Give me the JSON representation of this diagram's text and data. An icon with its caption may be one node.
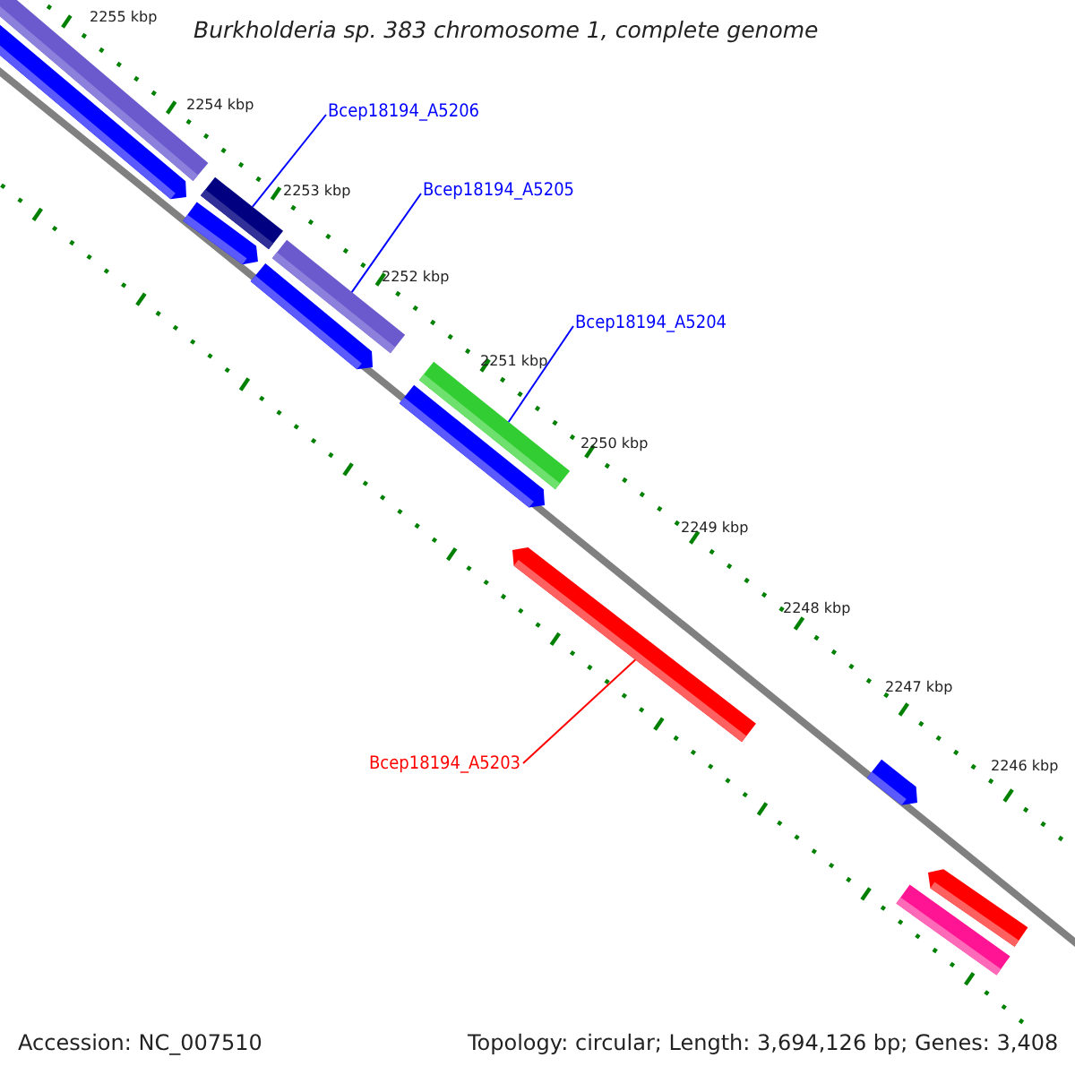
{
  "diagram": {
    "title": "Burkholderia sp. 383 chromosome 1, complete genome",
    "nodes": [
      {
        "text": [],
        "shape": "bar"
      },
      {
        "text": [],
        "shape": "bar"
      },
      {
        "text": [],
        "shape": "bar"
      },
      {
        "text": [],
        "shape": "bar"
      },
      {
        "text": [],
        "shape": "bar"
      },
      {
        "text": [],
        "shape": "bar"
      },
      {
        "text": [],
        "shape": "bar"
      },
      {
        "text": [],
        "shape": "bar"
      },
      {
        "text": [],
        "shape": "bar"
      },
      {
        "text": [],
        "shape": "bar"
      },
      {
        "text": [],
        "shape": "bar"
      },
      {
        "text": [],
        "shape": "bar"
      },
      {
        "text": [
          "Bcep18194_A5206"
        ]
      },
      {
        "text": [
          "Bcep18194_A5205"
        ]
      },
      {
        "text": [
          "Bcep18194_A5204"
        ]
      },
      {
        "text": [
          "Bcep18194_A5203"
        ]
      }
    ],
    "edges": [
      {
        "from": 12,
        "to": 2,
        "arrow": "none"
      },
      {
        "from": 13,
        "to": 4,
        "arrow": "none"
      },
      {
        "from": 14,
        "to": 6,
        "arrow": "none"
      },
      {
        "from": 15,
        "to": 8,
        "arrow": "none",
        "color": "#ff0000"
      }
    ],
    "labels": [
      "2255 kbp",
      "2254 kbp",
      "2253 kbp",
      "2252 kbp",
      "2251 kbp",
      "2250 kbp",
      "2249 kbp",
      "2248 kbp",
      "2247 kbp",
      "2246 kbp",
      "Accession: NC_007510",
      "Topology: circular; Length: 3,694,126 bp; Genes: 3,408"
    ]
  }
}
